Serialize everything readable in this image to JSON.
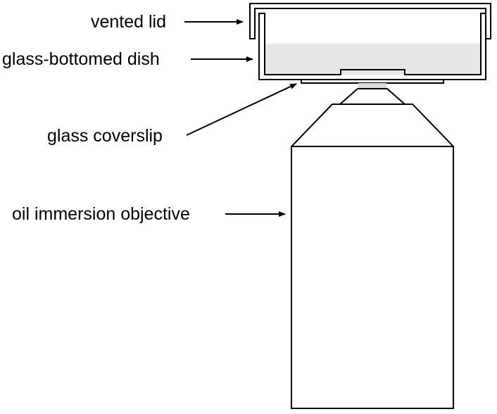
{
  "labels": {
    "vented_lid": "vented lid",
    "dish": "glass-bottomed dish",
    "coverslip": "glass coverslip",
    "objective": "oil immersion objective"
  },
  "colors": {
    "stroke": "#000000",
    "medium_fill": "#e6e6e6",
    "oil_fill": "#d9d9d9",
    "background": "#ffffff"
  }
}
